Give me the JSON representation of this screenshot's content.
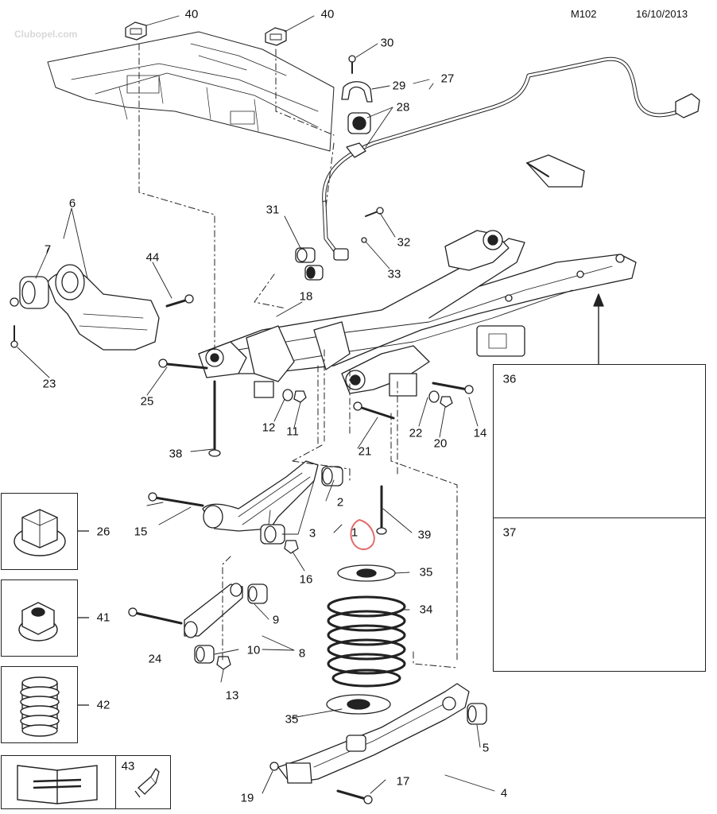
{
  "header": {
    "code": "M102",
    "date": "16/10/2013"
  },
  "watermark": "Clubopel.com",
  "accent_color": "#e26a6a",
  "callouts": {
    "c1": "1",
    "c2": "2",
    "c3": "3",
    "c4": "4",
    "c5": "5",
    "c6": "6",
    "c7": "7",
    "c8": "8",
    "c9": "9",
    "c10": "10",
    "c11": "11",
    "c12": "12",
    "c13": "13",
    "c14": "14",
    "c15": "15",
    "c16": "16",
    "c17": "17",
    "c18": "18",
    "c19": "19",
    "c20": "20",
    "c21": "21",
    "c22": "22",
    "c23": "23",
    "c24": "24",
    "c25": "25",
    "c26": "26",
    "c27": "27",
    "c28": "28",
    "c29": "29",
    "c30": "30",
    "c31": "31",
    "c32": "32",
    "c33": "33",
    "c34": "34",
    "c35a": "35",
    "c35b": "35",
    "c36": "36",
    "c37": "37",
    "c38": "38",
    "c39": "39",
    "c40a": "40",
    "c40b": "40",
    "c41": "41",
    "c42": "42",
    "c43": "43",
    "c44": "44"
  }
}
